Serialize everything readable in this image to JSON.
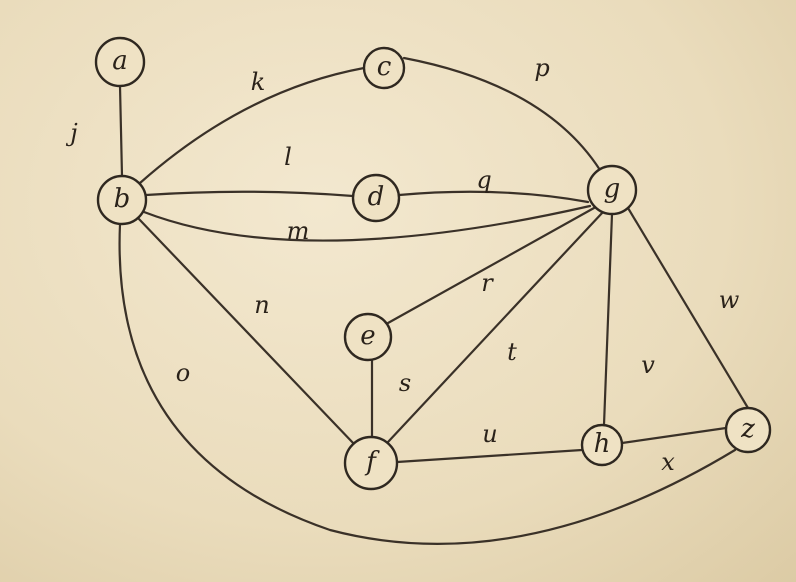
{
  "graph": {
    "nodes": [
      {
        "id": "a",
        "label": "a"
      },
      {
        "id": "b",
        "label": "b"
      },
      {
        "id": "c",
        "label": "c"
      },
      {
        "id": "d",
        "label": "d"
      },
      {
        "id": "e",
        "label": "e"
      },
      {
        "id": "f",
        "label": "f"
      },
      {
        "id": "g",
        "label": "g"
      },
      {
        "id": "h",
        "label": "h"
      },
      {
        "id": "z",
        "label": "z"
      }
    ],
    "edges": [
      {
        "id": "j",
        "label": "j",
        "from": "a",
        "to": "b"
      },
      {
        "id": "k",
        "label": "k",
        "from": "b",
        "to": "c"
      },
      {
        "id": "l",
        "label": "l",
        "from": "b",
        "to": "d"
      },
      {
        "id": "m",
        "label": "m",
        "from": "b",
        "to": "g"
      },
      {
        "id": "n",
        "label": "n",
        "from": "b",
        "to": "f"
      },
      {
        "id": "o",
        "label": "o",
        "from": "b",
        "to": "z"
      },
      {
        "id": "p",
        "label": "p",
        "from": "c",
        "to": "g"
      },
      {
        "id": "q",
        "label": "q",
        "from": "d",
        "to": "g"
      },
      {
        "id": "r",
        "label": "r",
        "from": "e",
        "to": "g"
      },
      {
        "id": "s",
        "label": "s",
        "from": "e",
        "to": "f"
      },
      {
        "id": "t",
        "label": "t",
        "from": "f",
        "to": "g"
      },
      {
        "id": "u",
        "label": "u",
        "from": "f",
        "to": "h"
      },
      {
        "id": "v",
        "label": "v",
        "from": "g",
        "to": "h"
      },
      {
        "id": "w",
        "label": "w",
        "from": "g",
        "to": "z"
      },
      {
        "id": "x",
        "label": "x",
        "from": "h",
        "to": "z"
      }
    ]
  }
}
